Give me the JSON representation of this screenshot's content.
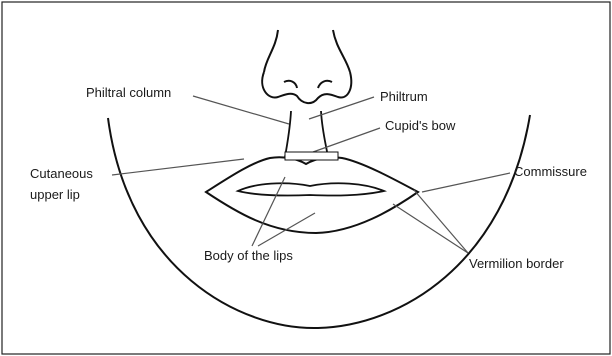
{
  "labels": {
    "philtral_column": "Philtral column",
    "philtrum": "Philtrum",
    "cupids_bow": "Cupid's bow",
    "cutaneous_line1": "Cutaneous",
    "cutaneous_line2": "upper lip",
    "commissure": "Commissure",
    "body_of_lips": "Body of the lips",
    "vermilion_border": "Vermilion border"
  },
  "colors": {
    "ink": "#1a1a1a",
    "leader": "#555555",
    "frame": "#222222",
    "background": "#ffffff"
  }
}
